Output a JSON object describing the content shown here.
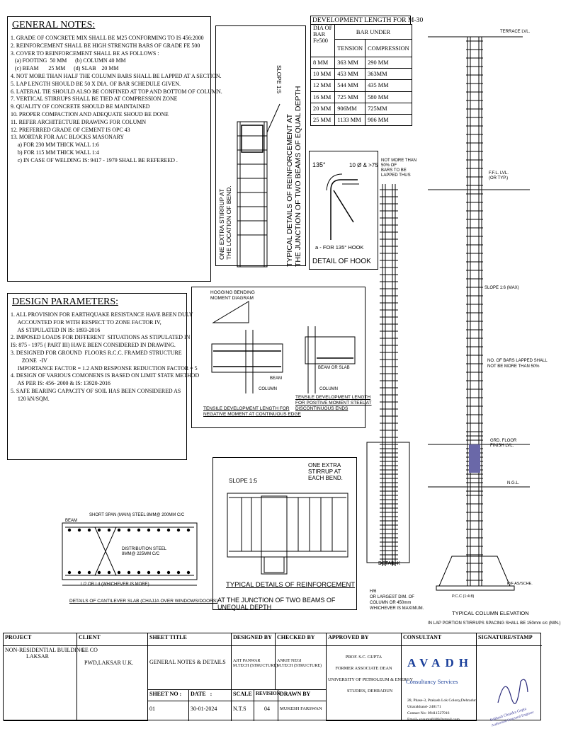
{
  "general_notes": {
    "title": "GENERAL NOTES:",
    "items": [
      "1. GRADE OF CONCRETE MIX SHALL BE M25 CONFORMING TO IS 456:2000",
      "2. REINFORCEMENT SHALL BE HIGH STRENGTH BARS OF GRADE FE 500",
      "3. COVER TO REINFORCEMENT SHALL BE AS FOLLOWS :",
      "   (a) FOOTING  50 MM      (b) COLUMN 40 MM",
      "   (c) BEAM       25 MM      (d) SLAB    20 MM",
      "4. NOT MORE THAN HALF THE COLUMN BARS SHALL BE LAPPED AT A SECTION.",
      "5. LAP LENGTH SHOULD BE 50 X DIA. OF BAR SCHEDULE GIVEN.",
      "6. LATERAL TIE SHOULD ALSO BE CONFINED AT TOP AND BOTTOM OF COLUMN.",
      "7. VERTICAL STIRRUPS SHALL BE TIED AT COMPRESSION ZONE",
      "9. QUALITY OF CONCRETE SHOULD BE MAINTAINED",
      "10. PROPER COMPACTION AND ADEQUATE SHOUD BE DONE",
      "11. REFER ARCHITECTURE DRAWING FOR COLUMN",
      "12. PREFERRED GRADE OF CEMENT IS OPC 43",
      "13. MORTAR FOR AAC BLOCKS MASONARY",
      "     a) FOR 230 MM THICK WALL 1:6",
      "     b) FOR 115 MM THICK WALL 1:4",
      "     c) IN CASE OF WELDING IS: 9417 - 1979 SHALL BE REFEREED ."
    ]
  },
  "design_parameters": {
    "title": "DESIGN PARAMETERS:",
    "items": [
      "1. ALL PROVISION FOR EARTHQUAKE RESISTANCE HAVE BEEN DULY",
      "     ACCOUNTED FOR WITH RESPECT TO ZONE FACTOR IV,",
      "     AS STIPULATED IN IS: 1893-2016",
      "2. IMPOSED LOADS FOR DIFFERENT  SITUATIONS AS STIPULATED IN",
      "IS: 875 - 1975 ( PART III) HAVE BEEN CONSIDERED IN DRAWING.",
      "3. DESIGNED FOR GROUND  FLOORS R.C.C. FRAMED STRUCTURE",
      "        ZONE  -IV",
      "     IMPORTANCE FACTOR = 1.2 AND RESPONSE REDUCTION FACTOR = 5",
      "4. DESIGN OF VARIOUS COMONENS IS BASED ON LIMIT STATE METHOD",
      "     AS PER IS: 456- 2000 & IS: 13920-2016",
      "5. SAFE BEARING CAPACITY OF SOIL HAS BEEN CONSIDERED AS",
      "     120 kN/SQM."
    ]
  },
  "dev_length": {
    "title": "DEVELOPMENT LENGTH FOR M-30",
    "col_dia": "DIA OF\nBAR\nFe500",
    "col_bar_under": "BAR UNDER",
    "col_tension": "TENSION",
    "col_compression": "COMPRESSION",
    "rows": [
      [
        "8 MM",
        "363 MM",
        "290 MM"
      ],
      [
        "10 MM",
        "453 MM",
        "363MM"
      ],
      [
        "12 MM",
        "544 MM",
        "435 MM"
      ],
      [
        "16 MM",
        "725 MM",
        "580 MM"
      ],
      [
        "20 MM",
        "906MM",
        "725MM"
      ],
      [
        "25 MM",
        "1133 MM",
        "906 MM"
      ]
    ]
  },
  "details": {
    "stirrup_title_1": "TYPICAL DETAILS OF REINFORCEMENT AT",
    "stirrup_title_2": "THE JUNCTION OF TWO BEAMS OF EQUAL DEPTH",
    "stirrup_note": "ONE EXTRA STIRRUP AT\nTHE LOCATION OF BEND.",
    "slope": "SLOPE 1:5",
    "hook_angle": "135°",
    "hook_dim": "10 Ø & >75",
    "hook_caption": "a - FOR 135° HOOK",
    "hook_title": "DETAIL OF HOOK",
    "lap_note": "NOT MORE THAN\n50% OF\nBARS TO BE\nLAPPED THUS",
    "hogging": "HOGGING BENDING\nMOMENT DIAGRAM",
    "neg_caption": "TENSILE DEVELOPMENT LENGTH FOR\nNEGATIVE MOMENT AT CONTINUOUS EDGE",
    "pos_caption": "TENSILE DEVELOPMENT LENGTH\nFOR POSITIVE MOMENT STEEL AT\nDISCONTINUOUS ENDS",
    "beam_or_slab": "BEAM OR SLAB",
    "column": "COLUMN",
    "beam": "BEAM",
    "cant_short": "SHORT SPAN (MAIN) STEEL 8MM@ 200MM C/C",
    "cant_dist": "DISTRIBUTION STEEL\n8MM@ 225MM C/C",
    "cant_span": "L/2 OR Ld (WHICHEVER IS MORE)",
    "cant_caption": "DETAILS OF CANTILEVER SLAB (CHAJJA OVER WINDOWS/DOORS)",
    "unequal_extra": "ONE EXTRA\nSTIRRUP AT\nEACH BEND.",
    "unequal_title_1": "TYPICAL DETAILS OF REINFORCEMENT",
    "unequal_title_2": "AT THE JUNCTION OF TWO BEAMS OF UNEQUAL DEPTH",
    "detail_x": "DETAIL-X",
    "h6_note": "H/6\nOR LARGEST DIM. OF\nCOLUMN OR 450mm\nWHICHEVER IS MAXIMUM.",
    "terrace": "TERRACE LVL.",
    "ffl": "F.F.L. LVL.\n(OR TYP.)",
    "slope_max": "SLOPE 1:6 (MAX)",
    "bars_lapped": "NO. OF BARS LAPPED SHALL\nNOT BE MORE THAN 50%",
    "grd_floor": "GRD. FLOOR\nFINISH LVL.",
    "ngl": "N.G.L.",
    "pcc": "P.C.C (1:4:8)",
    "rf": "R/F AS/SCHE.",
    "elev_title": "TYPICAL COLUMN ELEVATION",
    "elev_note": "IN LAP PORTION STIRRUPS SPACING SHALL BE 150mm c/c (MIN.)"
  },
  "title_block": {
    "project_label": "PROJECT",
    "project_value": "NON-RESIDENTIAL BUILDING\n               LAKSAR",
    "client_label": "CLIENT",
    "client_value": "EE CO\n\n  PWD,LAKSAR U.K.",
    "sheet_title_label": "SHEET TITLE",
    "sheet_title_value": "GENERAL NOTES & DETAILS",
    "designed_by_label": "DESIGNED BY",
    "designed_by_value": "AJIT PANWAR\nM.TECH (STRUCTURE)",
    "checked_by_label": "CHECKED BY",
    "checked_by_value": "ANKIT NEGI\nM.TECH (STRUCTURE)",
    "approved_by_label": "APPROVED BY",
    "approved_by_value": "PROF. S.C. GUPTA\n\nFORMER ASSOCIATE DEAN\n\nUNIVERSITY OF PETROLEUM & ENERGY\n\n           STUDIES, DEHRADUN",
    "consultant_label": "CONSULTANT",
    "consultant_name": "AVADH",
    "consultant_sub": "Consultancy Services",
    "consultant_addr": "28, Phase-3, Prakash Lok Colony,Dehradun\nUttarakhand- 248171\nContact No- 09411527916\nEmail- scgupta0108@gmail.com",
    "signature_label": "SIGNATURE/STAMP",
    "sheet_no_label": "SHEET NO :",
    "sheet_no_value": "01",
    "date_label": "DATE   :",
    "date_value": "30-01-2024",
    "scale_label": "SCALE",
    "scale_value": "N.T.S",
    "revision_label": "REVISION",
    "revision_value": "04",
    "drawn_by_label": "DRAWN BY",
    "drawn_by_value": "MUKESH FARSWAN"
  }
}
